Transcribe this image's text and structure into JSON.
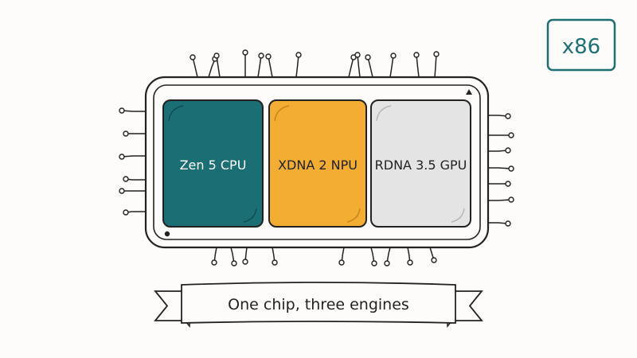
{
  "badge": {
    "text": "x86",
    "color": "#1d6f73"
  },
  "chip": {
    "outline_color": "#222222",
    "blocks": [
      {
        "id": "cpu",
        "label": "Zen 5 CPU",
        "fill": "#1b6e73",
        "text_color": "#ffffff"
      },
      {
        "id": "npu",
        "label": "XDNA 2 NPU",
        "fill": "#f2ad32",
        "text_color": "#222222"
      },
      {
        "id": "gpu",
        "label": "RDNA 3.5 GPU",
        "fill": "#e4e4e4",
        "text_color": "#222222"
      }
    ]
  },
  "banner": {
    "text": "One chip, three engines"
  }
}
